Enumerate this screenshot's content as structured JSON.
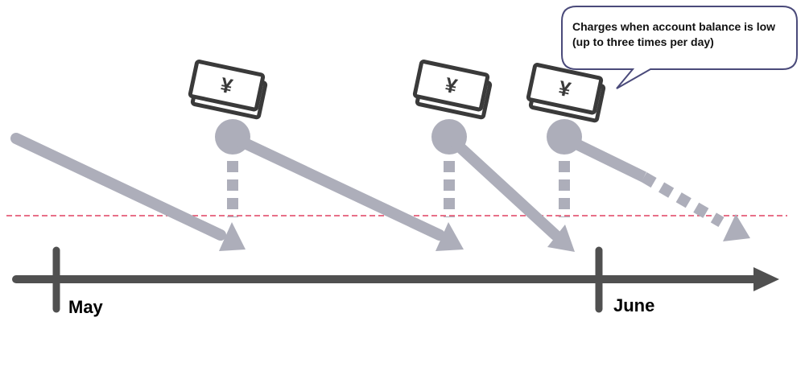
{
  "timeline": {
    "months": [
      {
        "label": "May"
      },
      {
        "label": "June"
      }
    ]
  },
  "callout": {
    "line1": "Charges when account balance is low",
    "line2": "(up to three times per day)"
  },
  "charge_icons": [
    {
      "icon": "yen-bill-icon",
      "symbol": "¥"
    },
    {
      "icon": "yen-bill-icon",
      "symbol": "¥"
    },
    {
      "icon": "yen-bill-icon",
      "symbol": "¥"
    }
  ],
  "colors": {
    "axis": "#505050",
    "balance_line": "#adaeba",
    "threshold_line": "#e04060",
    "callout_border": "#4a4a7a",
    "icon_stroke": "#3a3a3a"
  }
}
